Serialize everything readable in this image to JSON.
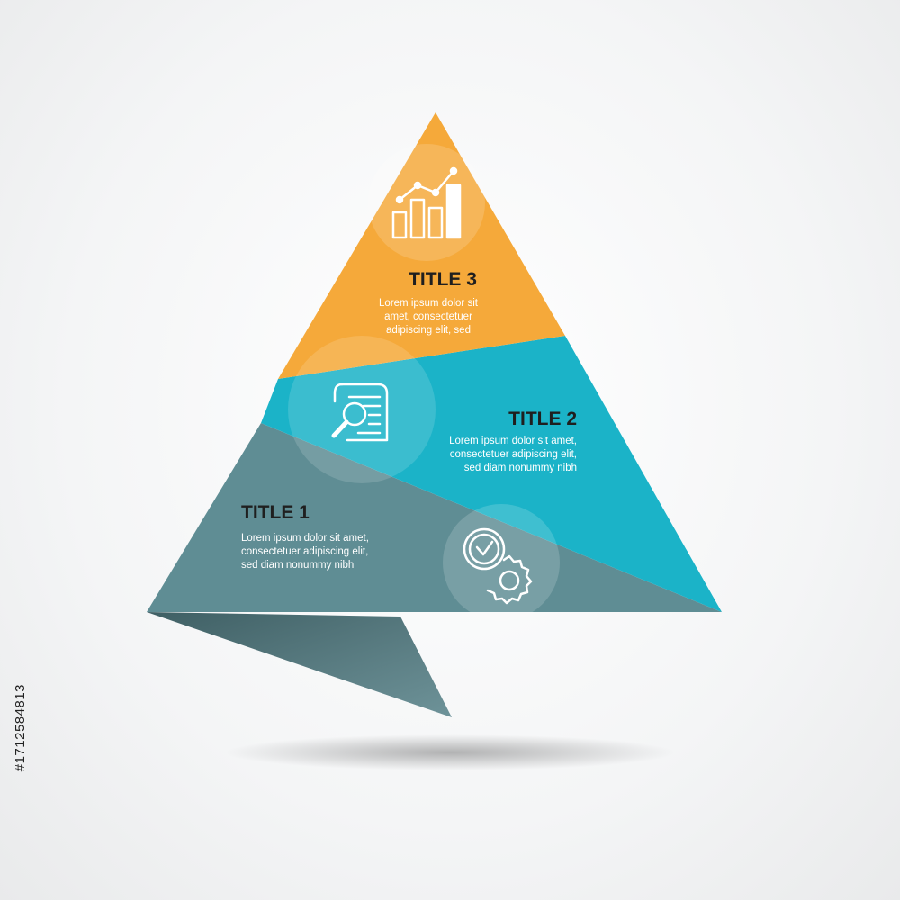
{
  "segments": [
    {
      "id": "segment-3",
      "title": "TITLE 3",
      "lines": [
        "Lorem ipsum dolor sit",
        "amet, consectetuer",
        "adipiscing elit, sed"
      ],
      "color": "#f5a93a",
      "icon": "bar-chart-icon"
    },
    {
      "id": "segment-2",
      "title": "TITLE 2",
      "lines": [
        "Lorem ipsum dolor sit amet,",
        "consectetuer adipiscing elit,",
        "sed diam nonummy nibh"
      ],
      "color": "#1bb3c8",
      "icon": "document-search-icon"
    },
    {
      "id": "segment-1",
      "title": "TITLE 1",
      "lines": [
        "Lorem ipsum dolor sit amet,",
        "consectetuer adipiscing elit,",
        "sed diam nonummy nibh"
      ],
      "color": "#5f8d94",
      "icon": "gear-check-icon"
    }
  ],
  "stock_id": "#1712584813"
}
